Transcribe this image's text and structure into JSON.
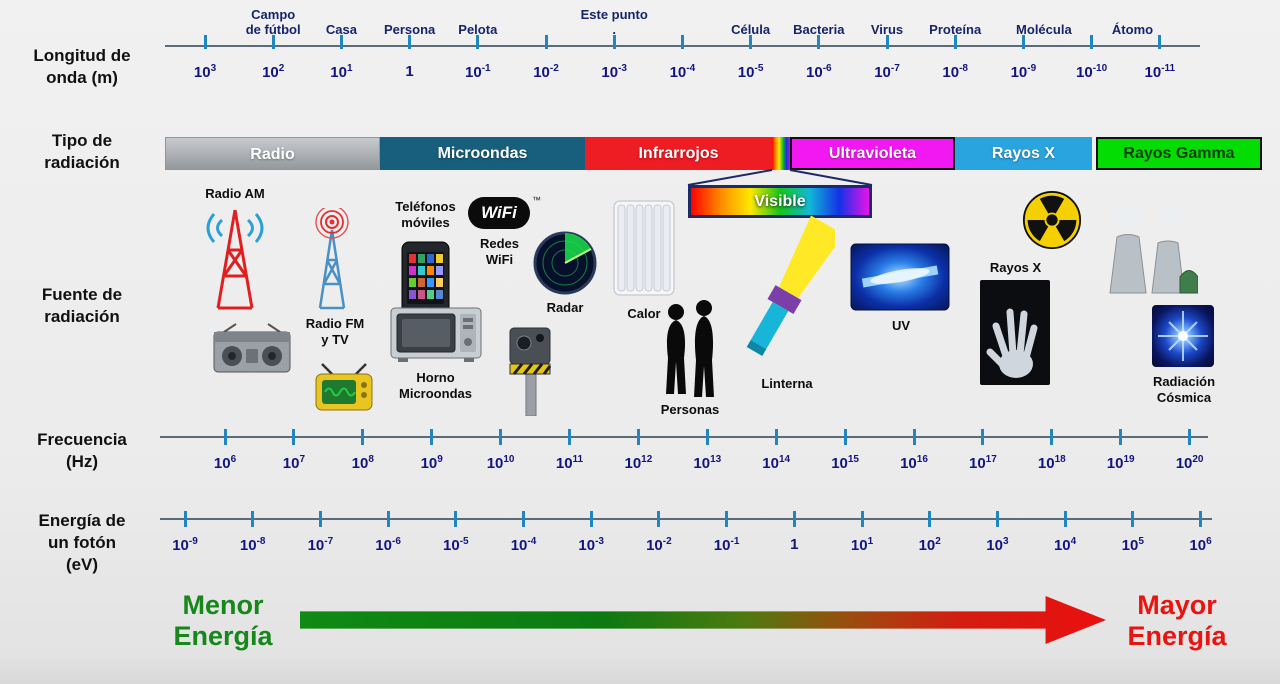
{
  "row_labels": {
    "wavelength": "Longitud de\nonda (m)",
    "radiation_type": "Tipo de\nradiación",
    "source": "Fuente de\nradiación",
    "frequency": "Frecuencia\n(Hz)",
    "energy": "Energía de\nun fotón\n(eV)"
  },
  "wavelength_axis": {
    "ticks": [
      "10^3",
      "10^2",
      "10^1",
      "1",
      "10^-1",
      "10^-2",
      "10^-3",
      "10^-4",
      "10^-5",
      "10^-6",
      "10^-7",
      "10^-8",
      "10^-9",
      "10^-10",
      "10^-11"
    ],
    "objects": [
      {
        "label": "Campo\nde fútbol",
        "tick": 1
      },
      {
        "label": "Casa",
        "tick": 2
      },
      {
        "label": "Persona",
        "tick": 3
      },
      {
        "label": "Pelota",
        "tick": 4
      },
      {
        "label": "Este punto\n.",
        "tick": 6
      },
      {
        "label": "Célula",
        "tick": 8
      },
      {
        "label": "Bacteria",
        "tick": 9
      },
      {
        "label": "Virus",
        "tick": 10
      },
      {
        "label": "Proteína",
        "tick": 11
      },
      {
        "label": "Molécula",
        "tick": 12.3
      },
      {
        "label": "Átomo",
        "tick": 13.6
      }
    ]
  },
  "bands": [
    {
      "label": "Radio",
      "bg": "#a9aeb4",
      "text": "#ffffff"
    },
    {
      "label": "Microondas",
      "bg": "#175f7d",
      "text": "#ffffff"
    },
    {
      "label": "Infrarrojos",
      "bg": "#ee1c23",
      "text": "#ffffff"
    },
    {
      "label": "Ultravioleta",
      "bg": "#f218f2",
      "text": "#ffffff"
    },
    {
      "label": "Rayos X",
      "bg": "#2aa4df",
      "text": "#ffffff"
    },
    {
      "label": "Rayos Gamma",
      "bg": "#04dd04",
      "text": "#064006"
    }
  ],
  "visible": {
    "label": "Visible"
  },
  "sources": {
    "radio_am": "Radio AM",
    "radio_fm_tv": "Radio FM\ny TV",
    "telefonos": "Teléfonos\nmóviles",
    "wifi_logo": "WiFi",
    "wifi_tm": "™",
    "redes_wifi": "Redes\nWiFi",
    "radar": "Radar",
    "horno": "Horno\nMicroondas",
    "calor": "Calor",
    "personas": "Personas",
    "linterna": "Linterna",
    "uv": "UV",
    "rayos_x": "Rayos X",
    "cosmica": "Radiación\nCósmica"
  },
  "frequency_axis": {
    "ticks": [
      "10^6",
      "10^7",
      "10^8",
      "10^9",
      "10^10",
      "10^11",
      "10^12",
      "10^13",
      "10^14",
      "10^15",
      "10^16",
      "10^17",
      "10^18",
      "10^19",
      "10^20"
    ]
  },
  "energy_axis": {
    "ticks": [
      "10^-9",
      "10^-8",
      "10^-7",
      "10^-6",
      "10^-5",
      "10^-4",
      "10^-3",
      "10^-2",
      "10^-1",
      "1",
      "10^1",
      "10^2",
      "10^3",
      "10^4",
      "10^5",
      "10^6"
    ]
  },
  "energy_labels": {
    "low": "Menor\nEnergía",
    "high": "Mayor\nEnergía",
    "low_color": "#17871c",
    "high_color": "#e8140f"
  }
}
